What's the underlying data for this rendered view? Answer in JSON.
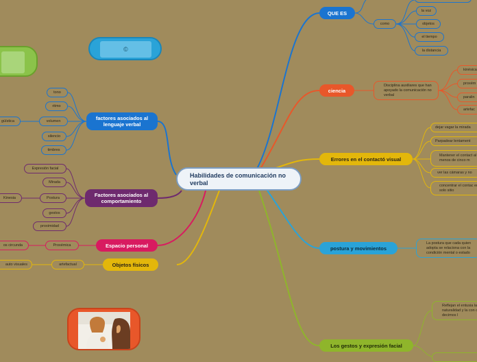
{
  "central": {
    "title": "Habilidades de comunicación no verbal"
  },
  "branches": {
    "que_es": {
      "label": "QUE ES",
      "como": "como",
      "items": [
        "la voz",
        "objetos",
        "el tiempo",
        "la distancia"
      ]
    },
    "ciencia": {
      "label": "ciencia",
      "definition": "Disciplina auxiliares que han apoyado la comunicación no verbal",
      "items": [
        "kinésica",
        "proxém",
        "paralin",
        "artefac"
      ]
    },
    "errores": {
      "label": "Errores en el contactó visual",
      "items": [
        "dejar vagar la mirada",
        "Parpadear lentament",
        "Mantener el contact al menos de cinco m",
        "ver las cámaras y no",
        "concentrar el contac en un solo sitio"
      ]
    },
    "postura": {
      "label": "postura y movimientos",
      "text": "La postura que cada quien adopta se relaciona con la condición mental o estado"
    },
    "gestos": {
      "label": "Los gestos y expresión facial",
      "text": "Reflejan el entusia la naturalidad y la con que decimos l"
    },
    "lenguaje": {
      "label": "factores asociados al lenguaje verbal",
      "items": [
        "tono",
        "ritmo",
        "volumen",
        "silencio",
        "timbres"
      ],
      "sub": "güística"
    },
    "comportamiento": {
      "label": "Factores asociados al comportamiento",
      "items": [
        "Expresión facial",
        "Mirada",
        "Postura",
        "gestos",
        "proximidad"
      ],
      "sub": "Kinesia"
    },
    "espacio": {
      "label": "Espacio personal",
      "item": "Proxémica",
      "sub": "os circunda"
    },
    "objetos": {
      "label": "Objetos físicos",
      "item": "artefactual",
      "sub": "auto visuales"
    },
    "copyright": "©"
  },
  "colors": {
    "background": "#a08b5c",
    "blue": "#1a74d0",
    "orange": "#e8572a",
    "yellow": "#e3b70b",
    "sky": "#2aa3d8",
    "green": "#8fb52b",
    "purple": "#6e2a6e",
    "magenta": "#d81b60",
    "lime": "#8bc34a"
  }
}
